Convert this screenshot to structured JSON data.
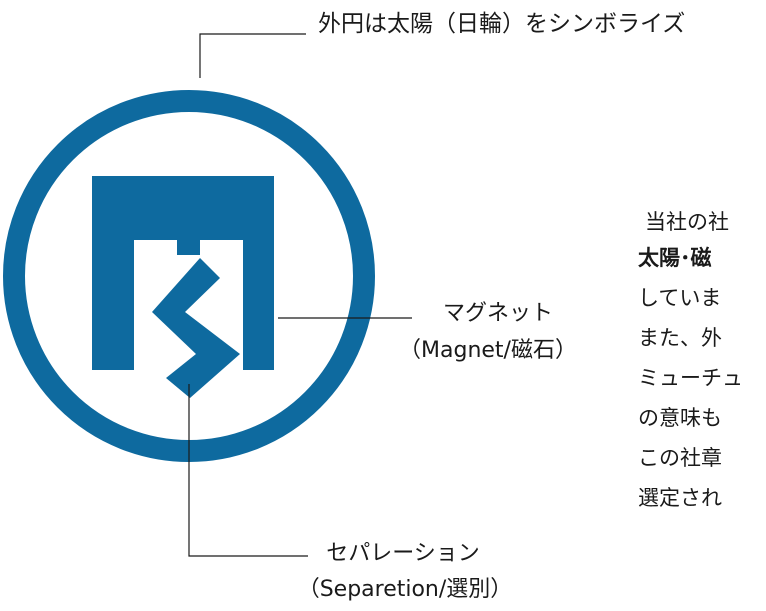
{
  "annotations": {
    "sun": "外円は太陽（日輪）をシンボライズ",
    "magnet_title": "マグネット",
    "magnet_sub": "（Magnet/磁石）",
    "separation_title": "セパレーション",
    "separation_sub": "（Separetion/選別）"
  },
  "side_text": {
    "line1": "当社の社",
    "line2": "太陽･磁",
    "line3": "していま",
    "line4": "また、外",
    "line5": "ミューチュ",
    "line6": "の意味も",
    "line7": "この社章",
    "line8": "選定され"
  },
  "colors": {
    "emblem": "#0e6a9f",
    "line": "#1a1a1a"
  }
}
